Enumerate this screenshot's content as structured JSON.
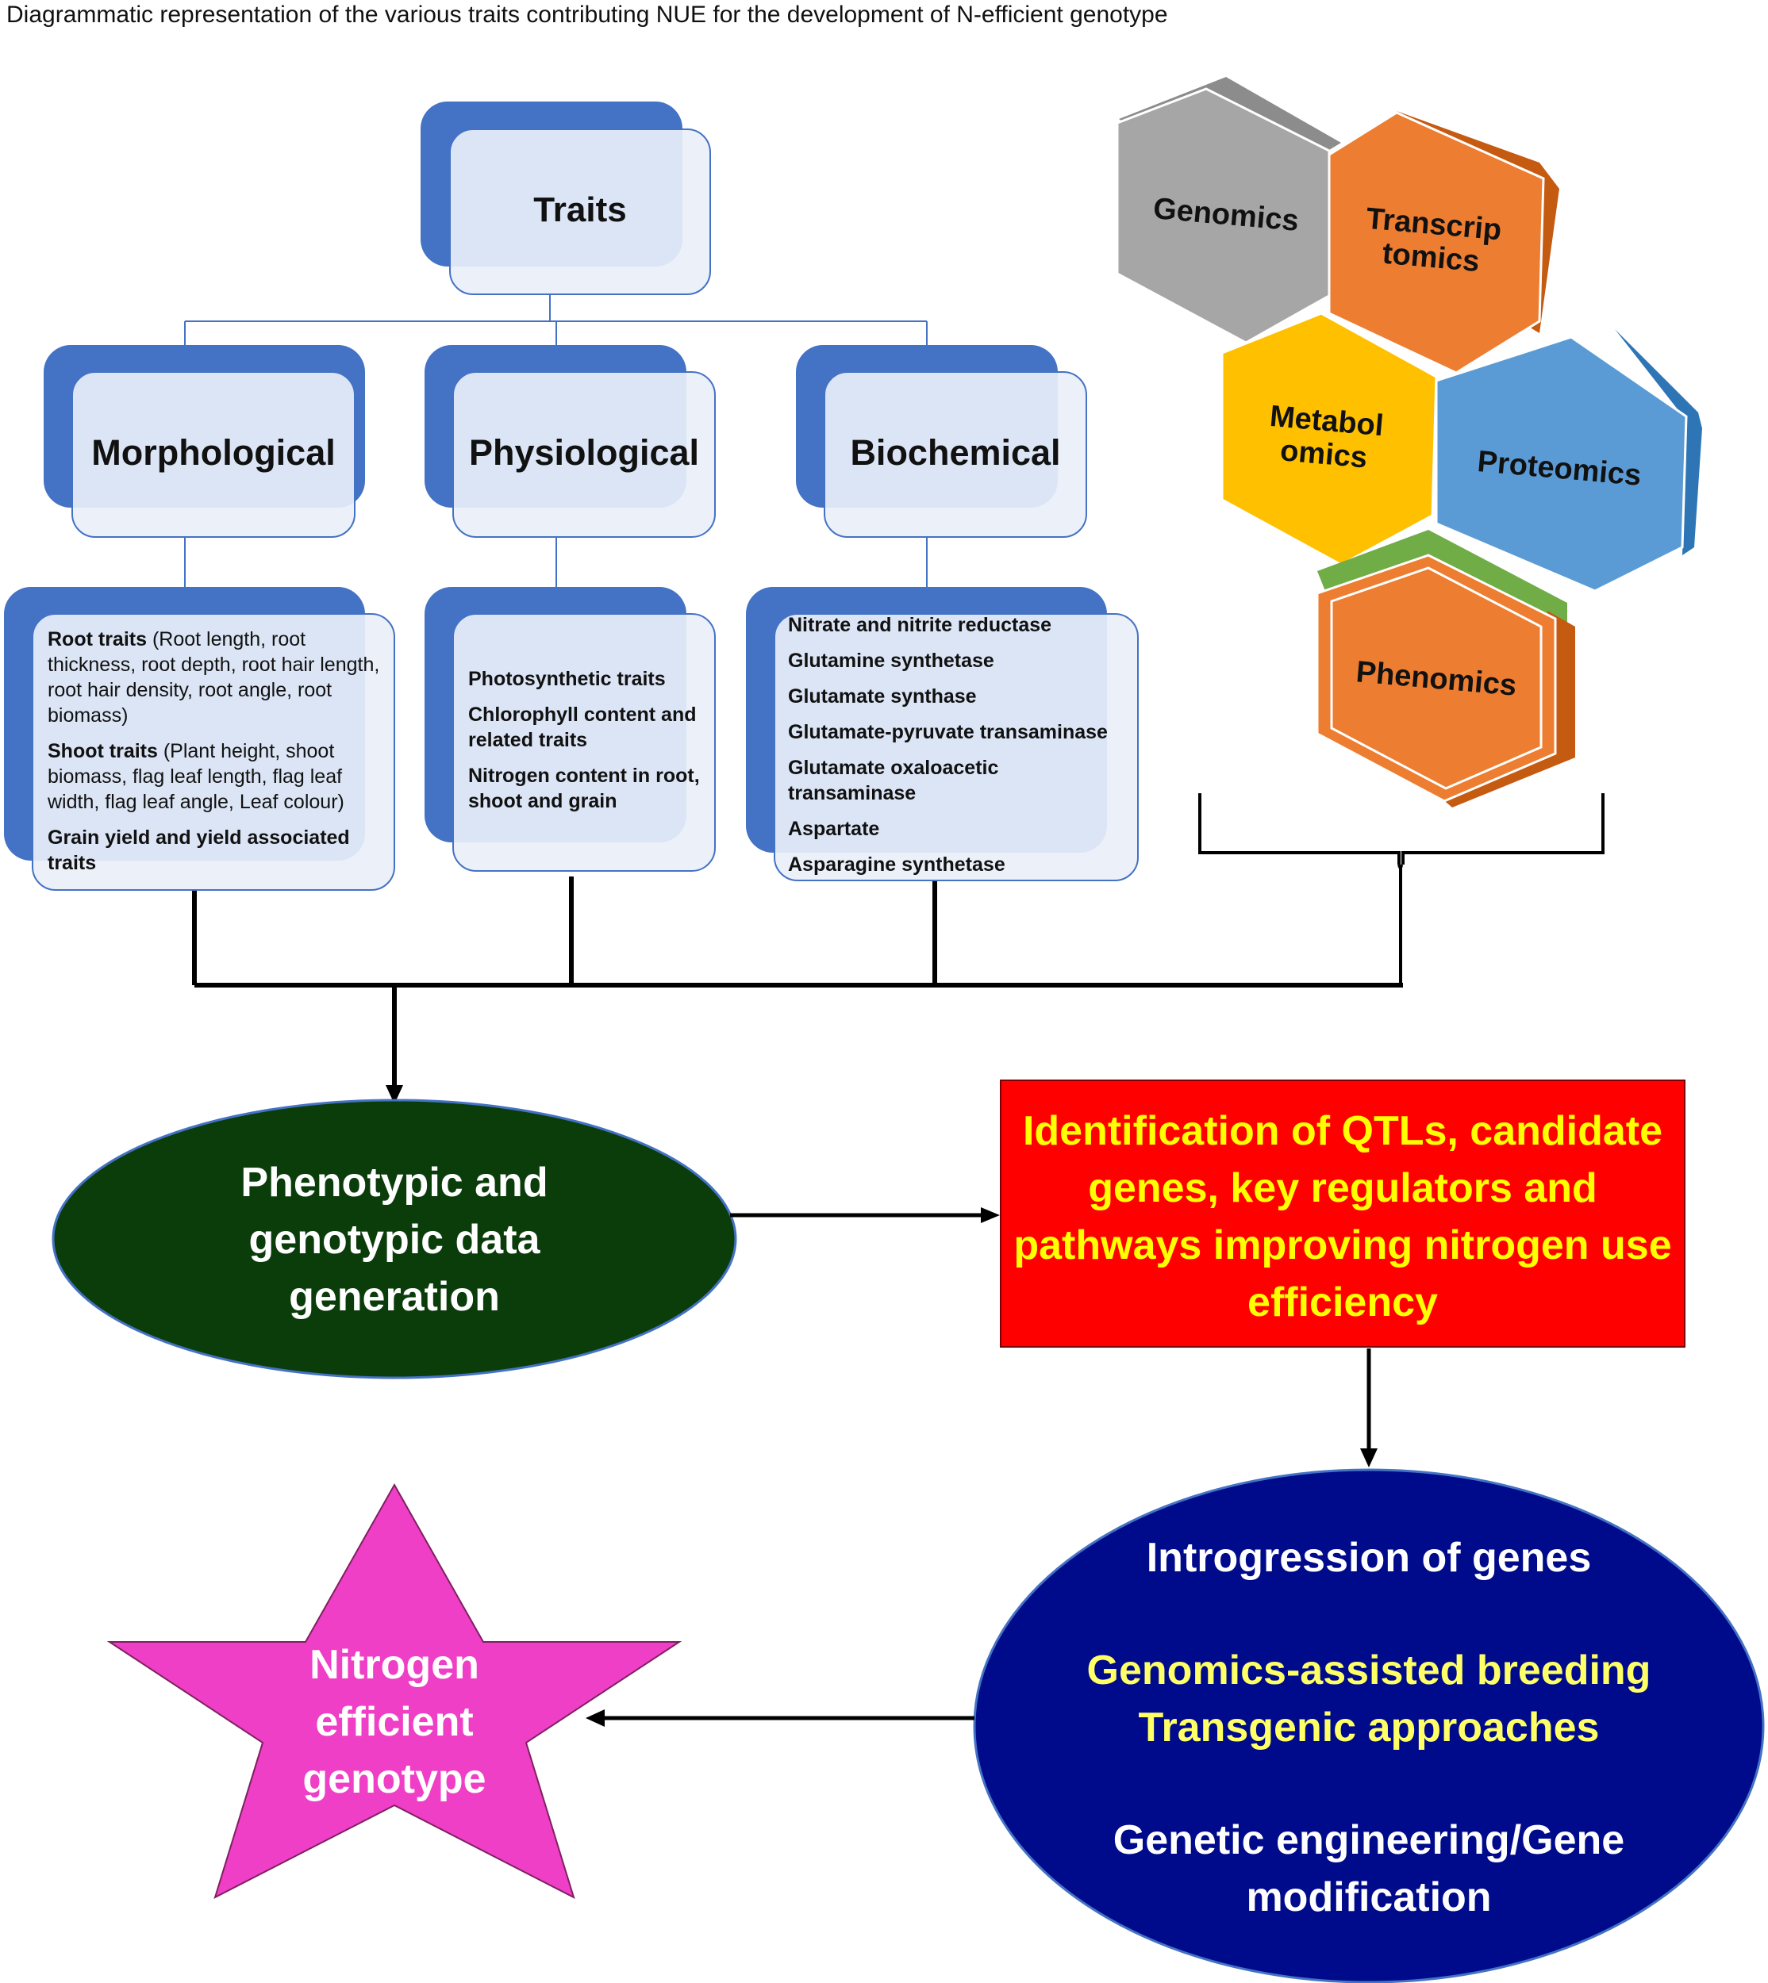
{
  "caption": "Diagrammatic representation of the various traits contributing NUE for the development of N-efficient genotype",
  "traits_box": {
    "label": "Traits"
  },
  "categories": [
    {
      "label": "Morphological"
    },
    {
      "label": "Physiological"
    },
    {
      "label": "Biochemical"
    }
  ],
  "morphological": {
    "root_bold": "Root traits",
    "root_text": " (Root length, root thickness, root depth, root hair length, root hair density, root angle, root biomass)",
    "shoot_bold": "Shoot traits",
    "shoot_text": " (Plant height, shoot biomass, flag leaf length, flag leaf width, flag leaf angle, Leaf colour)",
    "grain_bold": "Grain  yield and yield associated traits"
  },
  "physiological": {
    "items": [
      "Photosynthetic traits",
      "Chlorophyll content and related traits",
      "Nitrogen content in root, shoot and grain"
    ]
  },
  "biochemical": {
    "items": [
      "Nitrate and nitrite reductase",
      "Glutamine synthetase",
      "Glutamate synthase",
      "Glutamate-pyruvate transaminase",
      "Glutamate oxaloacetic transaminase",
      "Aspartate",
      "Asparagine synthetase"
    ]
  },
  "omics": {
    "genomics": "Genomics",
    "transcriptomics_1": "Transcrip",
    "transcriptomics_2": "tomics",
    "metabolomics_1": "Metabol",
    "metabolomics_2": "omics",
    "proteomics": "Proteomics",
    "phenomics": "Phenomics"
  },
  "data_generation": {
    "lines": [
      "Phenotypic and",
      "genotypic data",
      "generation"
    ]
  },
  "identification": {
    "lines": [
      "Identification of QTLs, candidate",
      "genes, key regulators and",
      "pathways improving nitrogen use",
      "efficiency"
    ]
  },
  "approaches": {
    "line1": "Introgression of genes",
    "line2": "Genomics-assisted breeding",
    "line3": "Transgenic approaches",
    "line4": "Genetic engineering/Gene",
    "line5": "modification"
  },
  "result": {
    "lines": [
      "Nitrogen",
      "efficient",
      "genotype"
    ]
  },
  "colors": {
    "card_blue": "#4472c4",
    "card_light": "#e9eff9",
    "genomics": "#a6a6a6",
    "transcriptomics": "#ed7d31",
    "metabolomics": "#ffc000",
    "proteomics": "#5b9bd5",
    "phenomics": "#ed7d31",
    "phenomics_edge": "#70ad47",
    "ellipse_green": "#0b3d0b",
    "box_red": "#ff0000",
    "box_text_yellow": "#ffff00",
    "ellipse_navy": "#000b8c",
    "star_magenta": "#ee3fc6"
  }
}
